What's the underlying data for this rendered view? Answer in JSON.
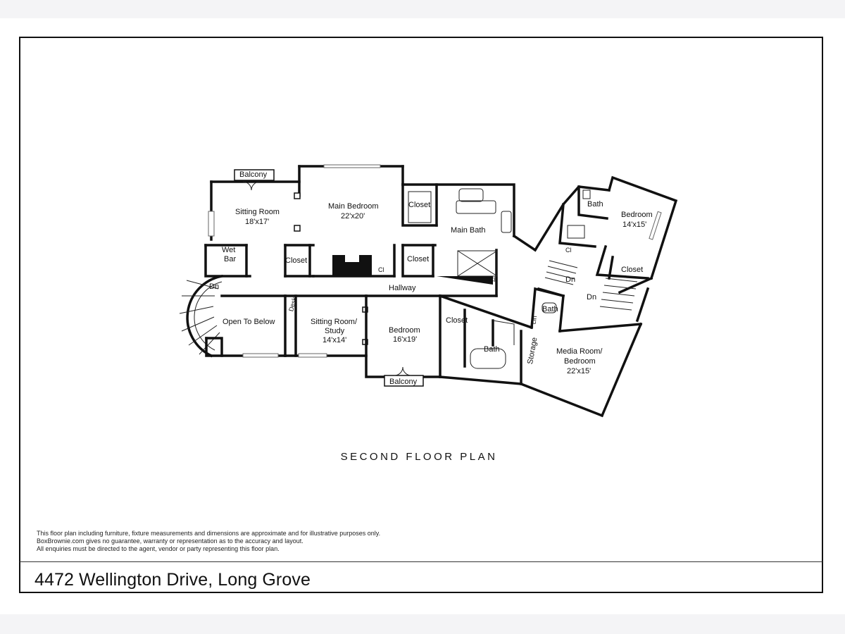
{
  "plan": {
    "title": "SECOND FLOOR PLAN",
    "address": "4472 Wellington Drive, Long Grove",
    "disclaimer": [
      "This floor plan including furniture, fixture measurements and dimensions are approximate and for illustrative purposes only.",
      "BoxBrownie.com gives no guarantee, warranty or representation as to the accuracy and layout.",
      "All enquiries must be directed to the agent, vendor or party representing this floor plan."
    ]
  },
  "rooms": {
    "balcony_top": "Balcony",
    "sitting_room": {
      "name": "Sitting Room",
      "dims": "18'x17'"
    },
    "main_bedroom": {
      "name": "Main Bedroom",
      "dims": "22'x20'"
    },
    "closet_1": "Closet",
    "main_bath": "Main Bath",
    "bath_right_top": "Bath",
    "bedroom_right": {
      "name": "Bedroom",
      "dims": "14'x15'"
    },
    "wet_bar": {
      "line1": "Wet",
      "line2": "Bar"
    },
    "closet_2": "Closet",
    "closet_3": "Closet",
    "cl_1": "Cl",
    "cl_2": "Cl",
    "cl_3": "Cl",
    "closet_right": "Closet",
    "dn_left": "Dn",
    "dn_mid": "Dn",
    "dn_right": "Dn",
    "hallway": "Hallway",
    "open_to_below": "Open To Below",
    "desk": "Desk",
    "sitting_study": {
      "line1": "Sitting Room/",
      "line2": "Study",
      "dims": "14'x14'"
    },
    "bedroom_mid": {
      "name": "Bedroom",
      "dims": "16'x19'"
    },
    "closet_4": "Closet",
    "bath_mid": "Bath",
    "bath_small": "Bath",
    "lin": "Lin",
    "storage": "Storage",
    "media_room": {
      "line1": "Media Room/",
      "line2": "Bedroom",
      "dims": "22'x15'"
    },
    "balcony_bottom": "Balcony"
  }
}
